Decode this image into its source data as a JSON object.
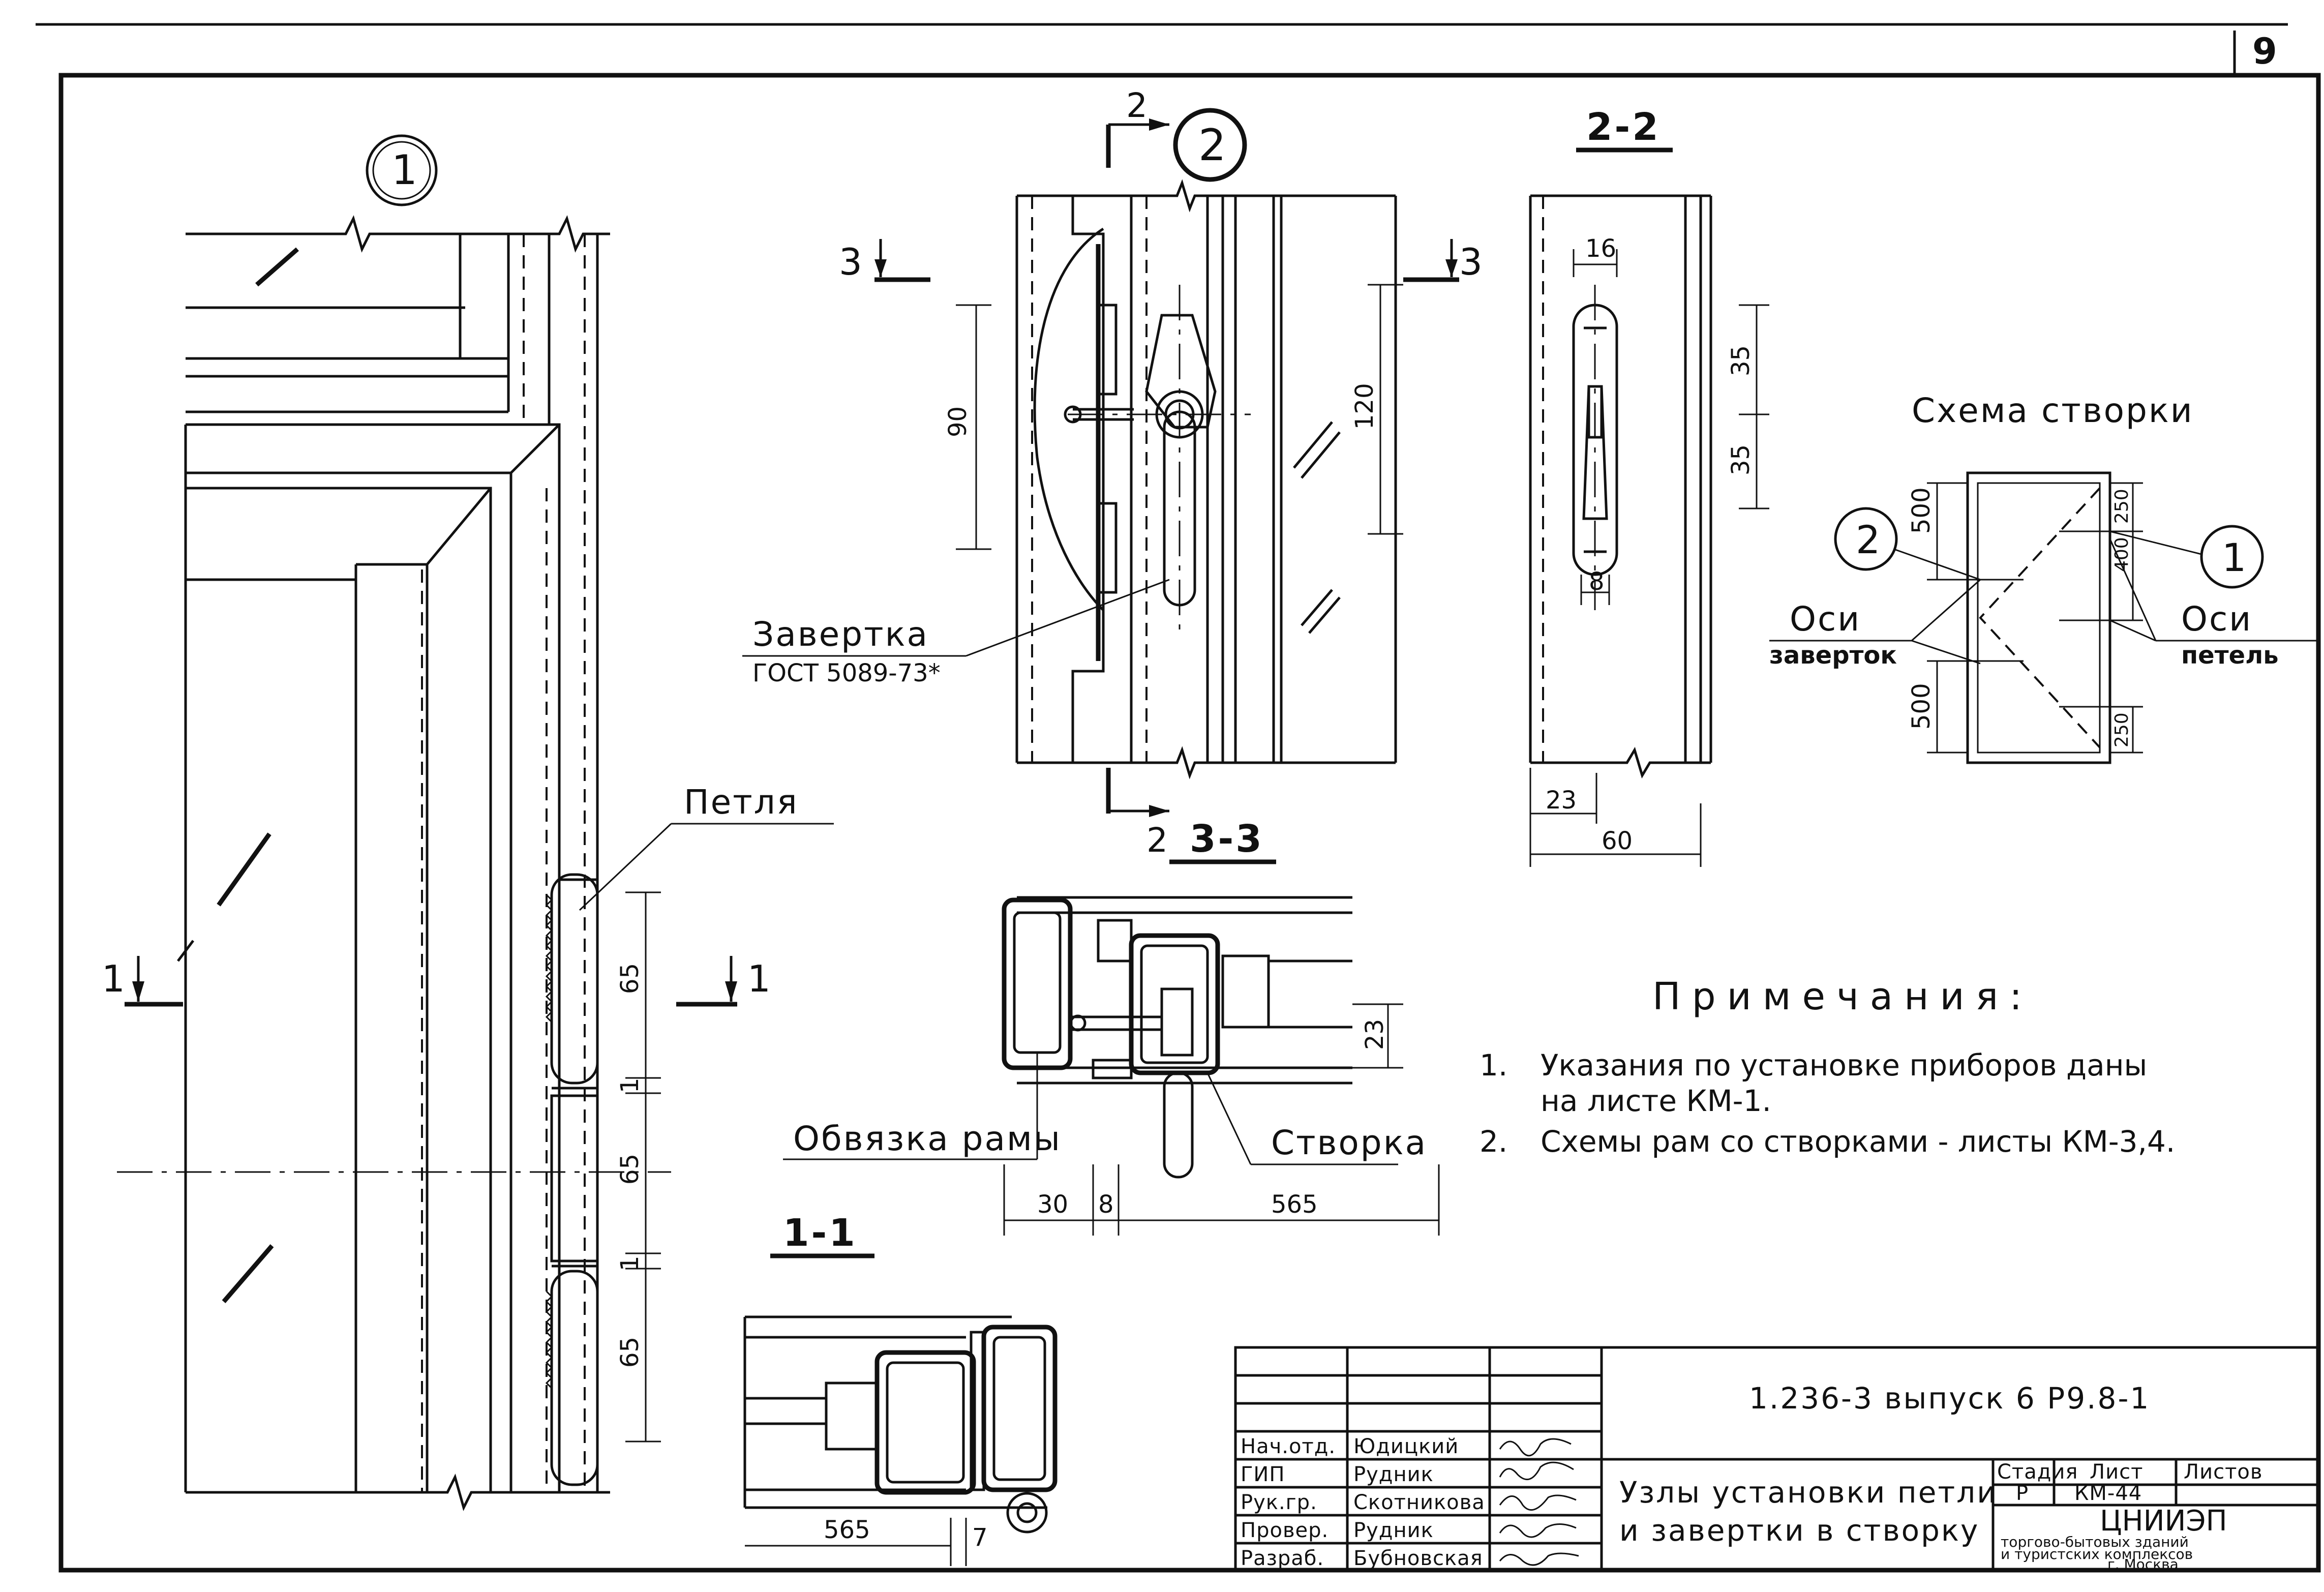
{
  "page_number": "9",
  "views": {
    "node1_marker": "1",
    "node2_marker": "2",
    "section22_title": "2-2",
    "section33_title": "3-3",
    "section11_title": "1-1",
    "scheme_title": "Схема створки"
  },
  "cut_marks": {
    "cut1_left": "1",
    "cut1_right": "1",
    "cut2_top": "2",
    "cut2_bottom": "2",
    "cut3_left": "3",
    "cut3_right": "3"
  },
  "labels": {
    "hinge": "Петля",
    "latch_line1": "Завертка",
    "latch_line2": "ГОСТ 5089-73*",
    "frame_binding": "Обвязка рамы",
    "sash": "Створка",
    "latch_axes_1": "Оси",
    "latch_axes_2": "заверток",
    "hinge_axes_1": "Оси",
    "hinge_axes_2": "петель",
    "scheme_marker_2": "2",
    "scheme_marker_1": "1"
  },
  "dimensions": {
    "hinge_65a": "65",
    "hinge_1a": "1",
    "hinge_65b": "65",
    "hinge_1b": "1",
    "hinge_65c": "65",
    "node2_90": "90",
    "node2_120": "120",
    "s22_16": "16",
    "s22_35a": "35",
    "s22_35b": "35",
    "s22_8": "8",
    "s22_23": "23",
    "s22_60": "60",
    "s33_23": "23",
    "s33_30": "30",
    "s33_8": "8",
    "s33_565": "565",
    "s11_565": "565",
    "s11_7": "7",
    "scheme_500a": "500",
    "scheme_500b": "500",
    "scheme_250a": "250",
    "scheme_400": "400",
    "scheme_250b": "250"
  },
  "notes": {
    "title": "Примечания:",
    "items": [
      {
        "num": "1.",
        "line1": "Указания по установке приборов даны",
        "line2": "на листе КМ-1."
      },
      {
        "num": "2.",
        "line1": "Схемы рам со створками - листы КМ-3,4.",
        "line2": ""
      }
    ]
  },
  "title_block": {
    "code": "1.236-3   выпуск 6    Р9.8-1",
    "title_line1": "Узлы установки петли",
    "title_line2": "и завертки в створку",
    "stage_header": "Стадия",
    "sheet_header": "Лист",
    "sheets_header": "Листов",
    "stage": "Р",
    "sheet": "КМ-44",
    "sheets": "",
    "org_name": "ЦНИИЭП",
    "org_line1": "торгово-бытовых зданий",
    "org_line2": "и туристских комплексов",
    "org_line3": "г. Москва",
    "roles": [
      {
        "role": "Нач.отд.",
        "name": "Юдицкий"
      },
      {
        "role": "ГИП",
        "name": "Рудник"
      },
      {
        "role": "Рук.гр.",
        "name": "Скотникова"
      },
      {
        "role": "Провер.",
        "name": "Рудник"
      },
      {
        "role": "Разраб.",
        "name": "Бубновская"
      }
    ]
  }
}
